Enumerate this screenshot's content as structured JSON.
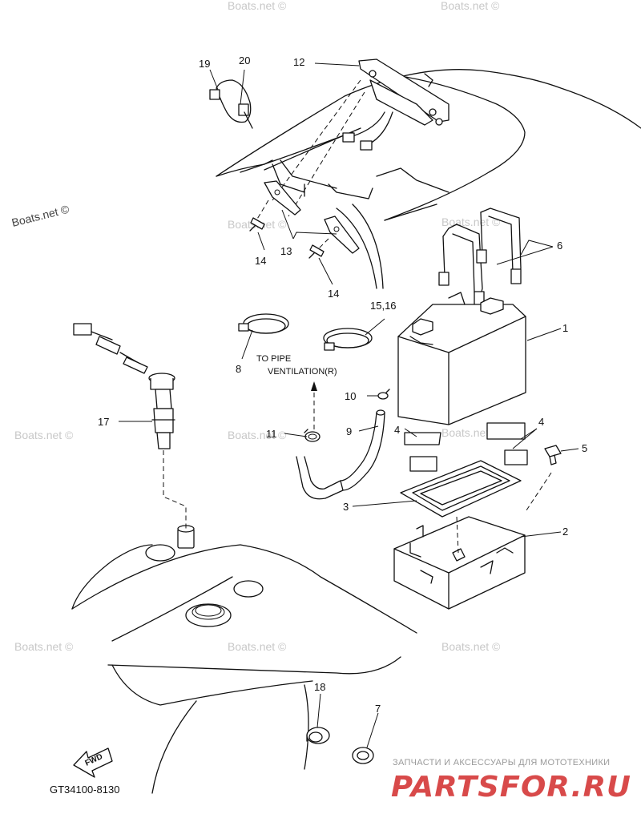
{
  "diagram": {
    "callouts": {
      "c1": "1",
      "c2": "2",
      "c3": "3",
      "c4a": "4",
      "c4b": "4",
      "c5": "5",
      "c6": "6",
      "c7": "7",
      "c8": "8",
      "c9": "9",
      "c10": "10",
      "c11": "11",
      "c12": "12",
      "c13": "13",
      "c14a": "14",
      "c14b": "14",
      "c1516": "15,16",
      "c17": "17",
      "c18": "18",
      "c19": "19",
      "c20": "20"
    },
    "note_line1": "TO PIPE",
    "note_line2": "VENTILATION(R)",
    "fwd_label": "FWD",
    "drawing_code": "GT34100-8130"
  },
  "watermarks": {
    "boats_dark": "Boats.net ©",
    "boats_light": "Boats.net ©"
  },
  "branding": {
    "tagline": "ЗАПЧАСТИ И АКСЕССУАРЫ ДЛЯ МОТОТЕХНИКИ",
    "logo": "PARTSFOR.RU",
    "logo_color": "#d84a4a"
  }
}
